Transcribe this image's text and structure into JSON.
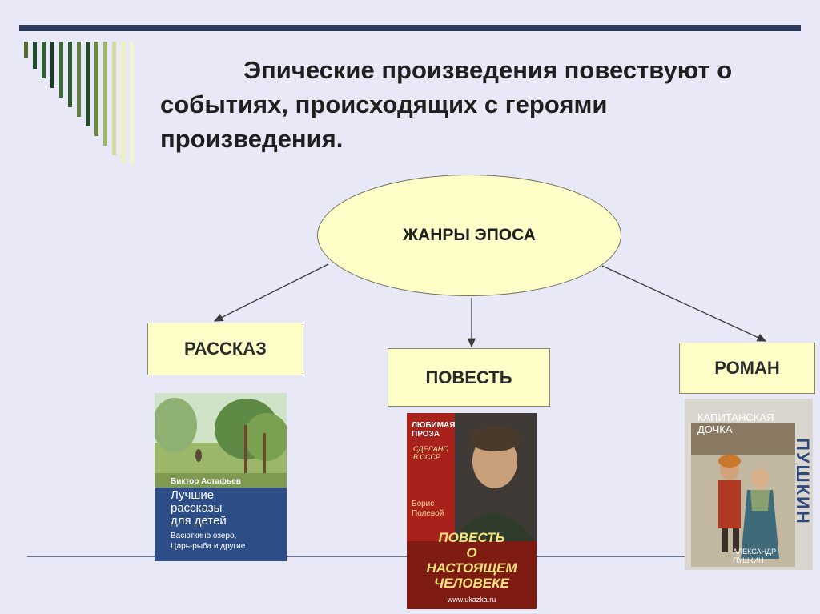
{
  "header": {
    "title": "Эпические произведения повествуют о событиях, происходящих с героями произведения."
  },
  "diagram": {
    "center": {
      "label": "ЖАНРЫ ЭПОСА"
    },
    "genres": [
      {
        "label": "РАССКАЗ"
      },
      {
        "label": "ПОВЕСТЬ"
      },
      {
        "label": "РОМАН"
      }
    ]
  },
  "books": {
    "astafiev": {
      "author": "Виктор Астафьев",
      "title_line1": "Лучшие",
      "title_line2": "рассказы",
      "title_line3": "для детей",
      "subtitle_line1": "Васюткино озеро,",
      "subtitle_line2": "Царь-рыба и другие"
    },
    "polevoy": {
      "series_line1": "ЛЮБИМАЯ",
      "series_line2": "ПРОЗА",
      "series_line3": "СДЕЛАНО",
      "series_line4": "В СССР",
      "author_line1": "Борис",
      "author_line2": "Полевой",
      "title_line1": "ПОВЕСТЬ",
      "title_line2": "О",
      "title_line3": "НАСТОЯЩЕМ",
      "title_line4": "ЧЕЛОВЕКЕ",
      "site": "www.ukazka.ru"
    },
    "pushkin": {
      "title_line1": "КАПИТАНСКАЯ",
      "title_line2": "ДОЧКА",
      "author_side": "ПУШКИН",
      "author_line1": "АЛЕКСАНДР",
      "author_line2": "ПУШКИН"
    }
  },
  "colors": {
    "background": "#e8e8f6",
    "accent_bar": "#2b3b5c",
    "box_fill": "#fefec8"
  }
}
